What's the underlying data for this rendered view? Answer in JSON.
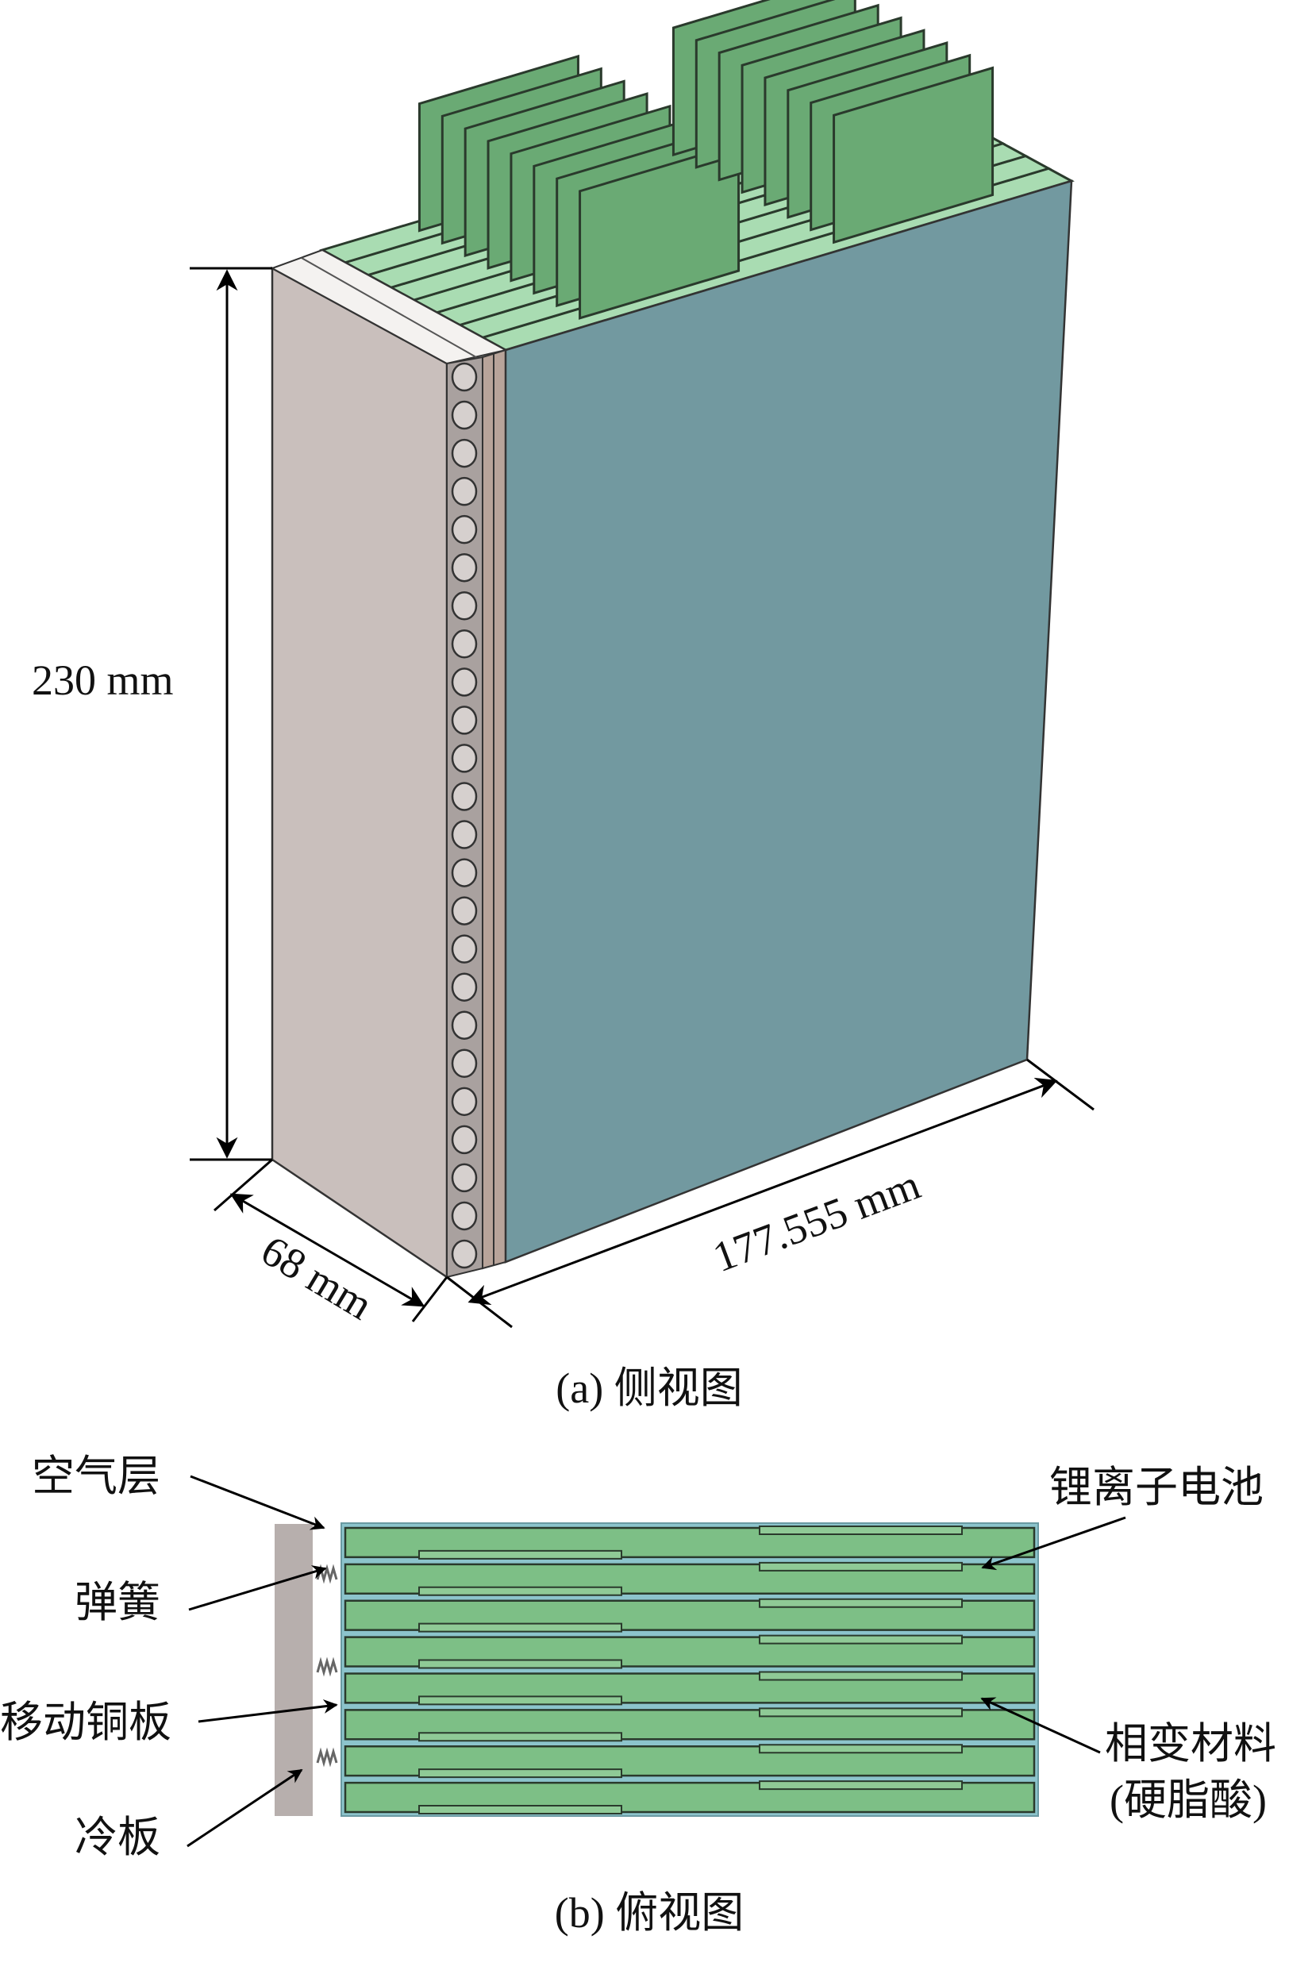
{
  "panel_a": {
    "caption": "(a) 侧视图",
    "height_label": "230 mm",
    "depth_label": "68 mm",
    "width_label": "177.555 mm",
    "fin_count_per_group": 8,
    "cooling_hole_count": 24
  },
  "panel_b": {
    "caption": "(b) 俯视图",
    "cell_count": 8,
    "labels": {
      "air_layer": "空气层",
      "spring": "弹簧",
      "moving_copper_plate": "移动铜板",
      "cold_plate": "冷板",
      "li_ion_battery": "锂离子电池",
      "pcm": "相变材料",
      "pcm_material": "(硬脂酸)"
    }
  },
  "colors": {
    "cold_plate": "#c9bfbc",
    "battery_face": "#7299a0",
    "fin": "#6aaa74",
    "stripe_light": "#a9dcb2",
    "pcm_gap": "#8cc4cc",
    "cell": "#7dbf86",
    "top_gray": "#b7afad"
  }
}
